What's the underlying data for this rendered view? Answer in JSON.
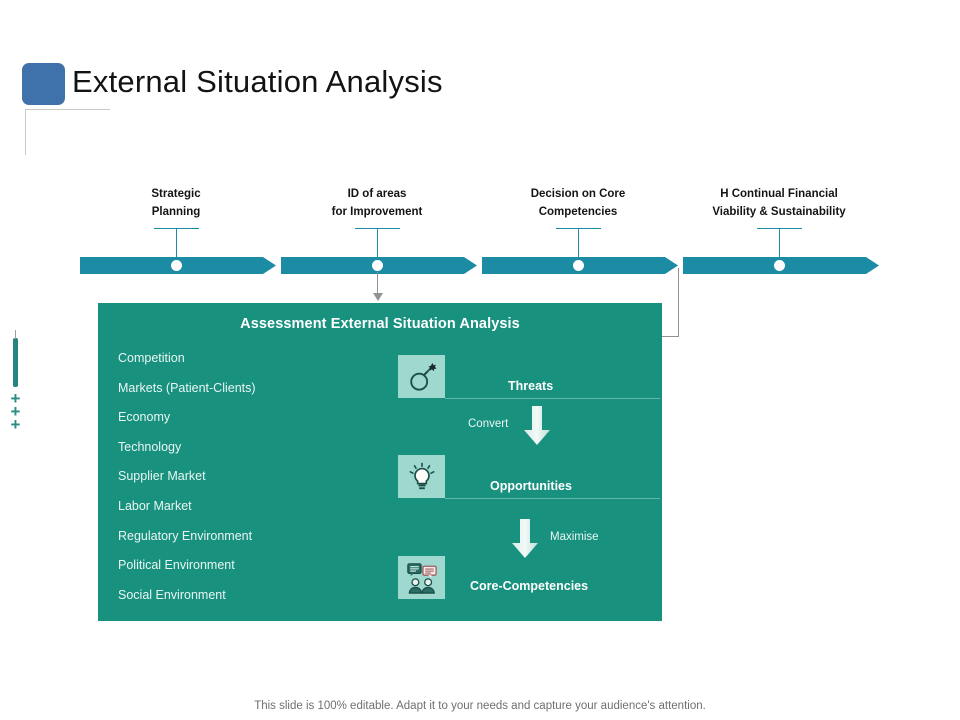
{
  "slide": {
    "title": "External Situation Analysis",
    "footer_note": "This slide is 100% editable. Adapt it to your needs and capture your audience's attention.",
    "accent_blue": "#3f72ab",
    "accent_teal_blue": "#1c8ba4",
    "panel_teal": "#18917f",
    "icon_tile": "#9ed8ce"
  },
  "timeline": {
    "steps": [
      {
        "line1": "Strategic",
        "line2": "Planning"
      },
      {
        "line1": "ID of areas",
        "line2": "for Improvement"
      },
      {
        "line1": "Decision on Core",
        "line2": "Competencies"
      },
      {
        "line1": "H Continual Financial",
        "line2": "Viability & Sustainability"
      }
    ]
  },
  "panel": {
    "heading": "Assessment External Situation Analysis",
    "factors": [
      "Competition",
      "Markets (Patient-Clients)",
      "Economy",
      "Technology",
      "Supplier Market",
      "Labor Market",
      "Regulatory Environment",
      "Political Environment",
      "Social Environment"
    ],
    "stages": [
      {
        "label": "Threats",
        "icon": "bomb-icon"
      },
      {
        "label": "Opportunities",
        "icon": "lightbulb-icon"
      },
      {
        "label": "Core-Competencies",
        "icon": "people-discussion-icon"
      }
    ],
    "transitions": [
      {
        "label": "Convert"
      },
      {
        "label": "Maximise"
      }
    ]
  },
  "edge_marks": {
    "plus": "+"
  }
}
